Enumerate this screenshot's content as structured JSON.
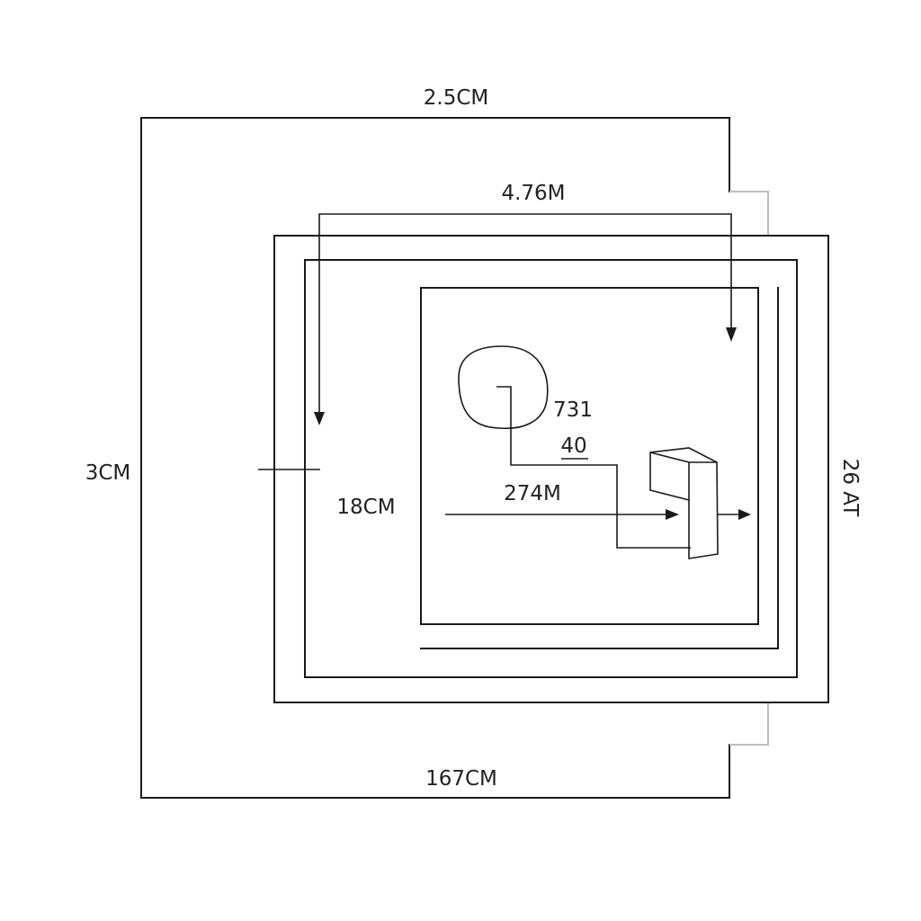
{
  "labels": {
    "top_dimension": "2.5CM",
    "upper_dimension": "4.76M",
    "left_dimension": "3CM",
    "inner_left_dimension": "18CM",
    "circle_value": "731",
    "underlined_value": "40",
    "arrow_dimension": "274M",
    "right_dimension": "26 AT",
    "bottom_dimension": "167CM"
  },
  "colors": {
    "line": "#1a1a1a",
    "connector": "#bdbdbd",
    "text": "#222222",
    "background": "#ffffff"
  }
}
